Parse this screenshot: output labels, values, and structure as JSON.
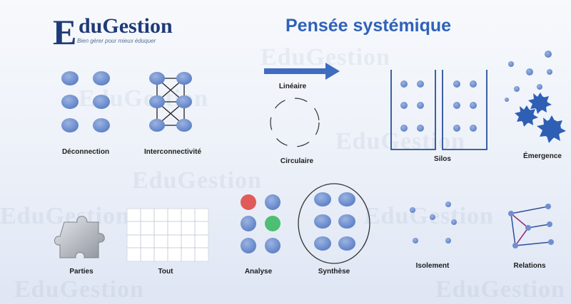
{
  "logo": {
    "initial": "E",
    "name": "duGestion",
    "tagline": "Bien gérer pour mieux éduquer"
  },
  "title": "Pensée systémique",
  "watermark": "EduGestion",
  "labels": {
    "deconnection": "Déconnection",
    "interconnectivite": "Interconnectivité",
    "lineaire": "Linéaire",
    "circulaire": "Circulaire",
    "silos": "Silos",
    "emergence": "Émergence",
    "parties": "Parties",
    "tout": "Tout",
    "analyse": "Analyse",
    "synthese": "Synthèse",
    "isolement": "Isolement",
    "relations": "Relations"
  },
  "colors": {
    "node": "#6f8fcf",
    "node_dark": "#4a6fb8",
    "arrow": "#3f6bc0",
    "red": "#e05a5a",
    "green": "#4cbf72",
    "gear": "#2e5fb4",
    "puzzle": "#b9bdc4"
  }
}
